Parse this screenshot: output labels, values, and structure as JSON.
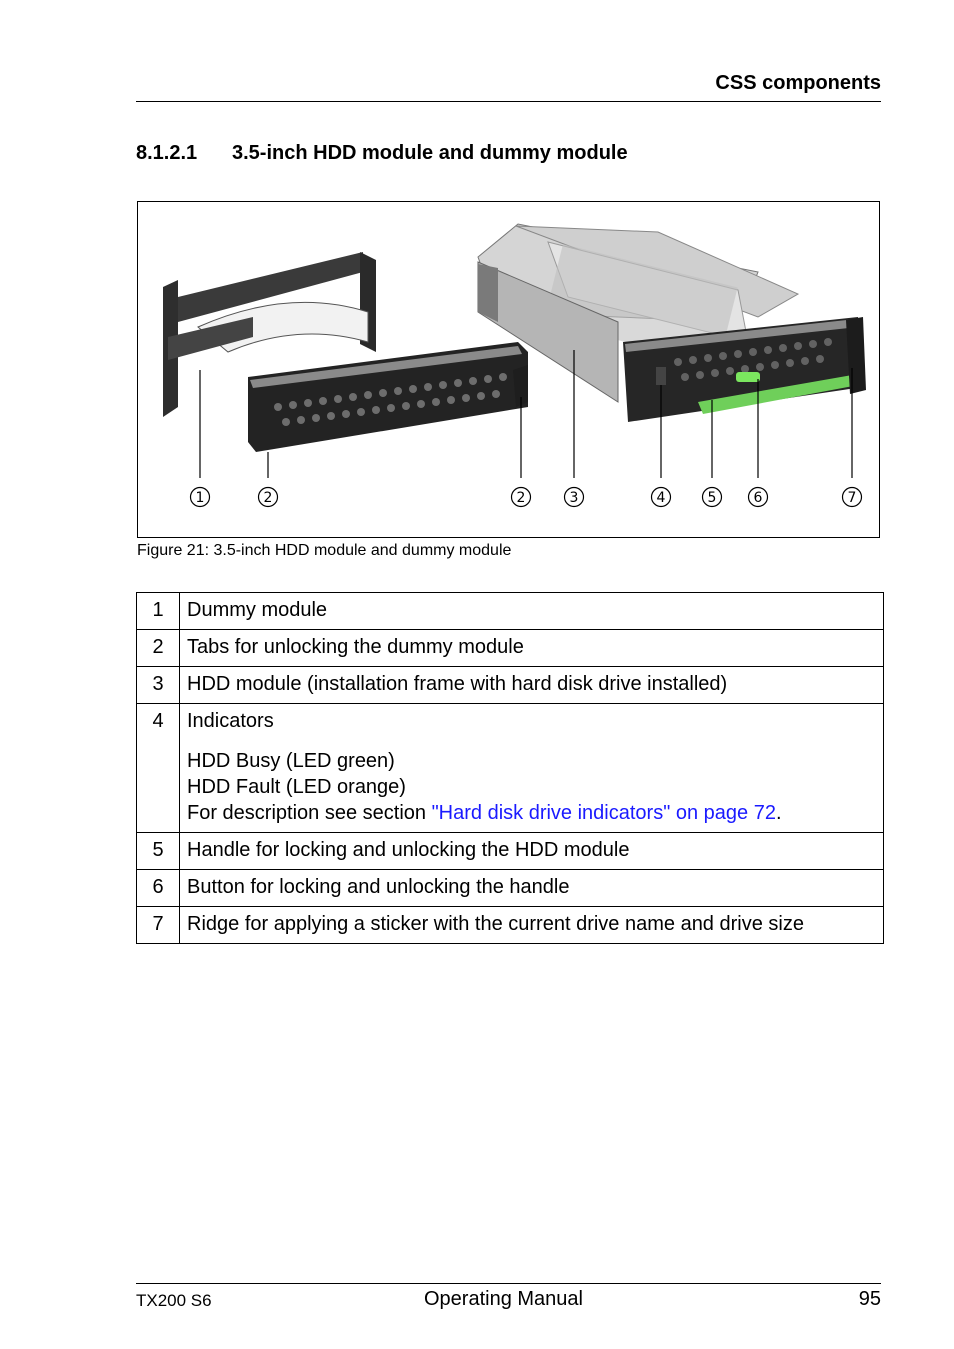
{
  "header": {
    "title": "CSS components"
  },
  "section": {
    "number": "8.1.2.1",
    "title": "3.5-inch HDD module and dummy module"
  },
  "figure": {
    "callouts": [
      "1",
      "2",
      "2",
      "3",
      "4",
      "5",
      "6",
      "7"
    ],
    "caption": "Figure 21: 3.5-inch HDD module and dummy module",
    "colors": {
      "handle_green": "#6fcf5a",
      "frame_dark": "#2b2b2b",
      "disk_silver": "#c9c9c9"
    }
  },
  "legend": {
    "rows": [
      {
        "num": "1",
        "text": "Dummy module"
      },
      {
        "num": "2",
        "text": "Tabs for unlocking the dummy module"
      },
      {
        "num": "3",
        "text": "HDD module (installation frame with hard disk drive installed)"
      },
      {
        "num": "4",
        "text": "Indicators",
        "lines": [
          "HDD Busy (LED green)",
          "HDD Fault (LED orange)"
        ],
        "see_prefix": "For description see section ",
        "link": "\"Hard disk drive indicators\" on page 72",
        "see_suffix": "."
      },
      {
        "num": "5",
        "text": "Handle for locking and unlocking the HDD module"
      },
      {
        "num": "6",
        "text": "Button for locking and unlocking the handle"
      },
      {
        "num": "7",
        "text": "Ridge for applying a sticker with the current drive name and drive size"
      }
    ]
  },
  "footer": {
    "left": "TX200 S6",
    "center": "Operating Manual",
    "page": "95"
  }
}
